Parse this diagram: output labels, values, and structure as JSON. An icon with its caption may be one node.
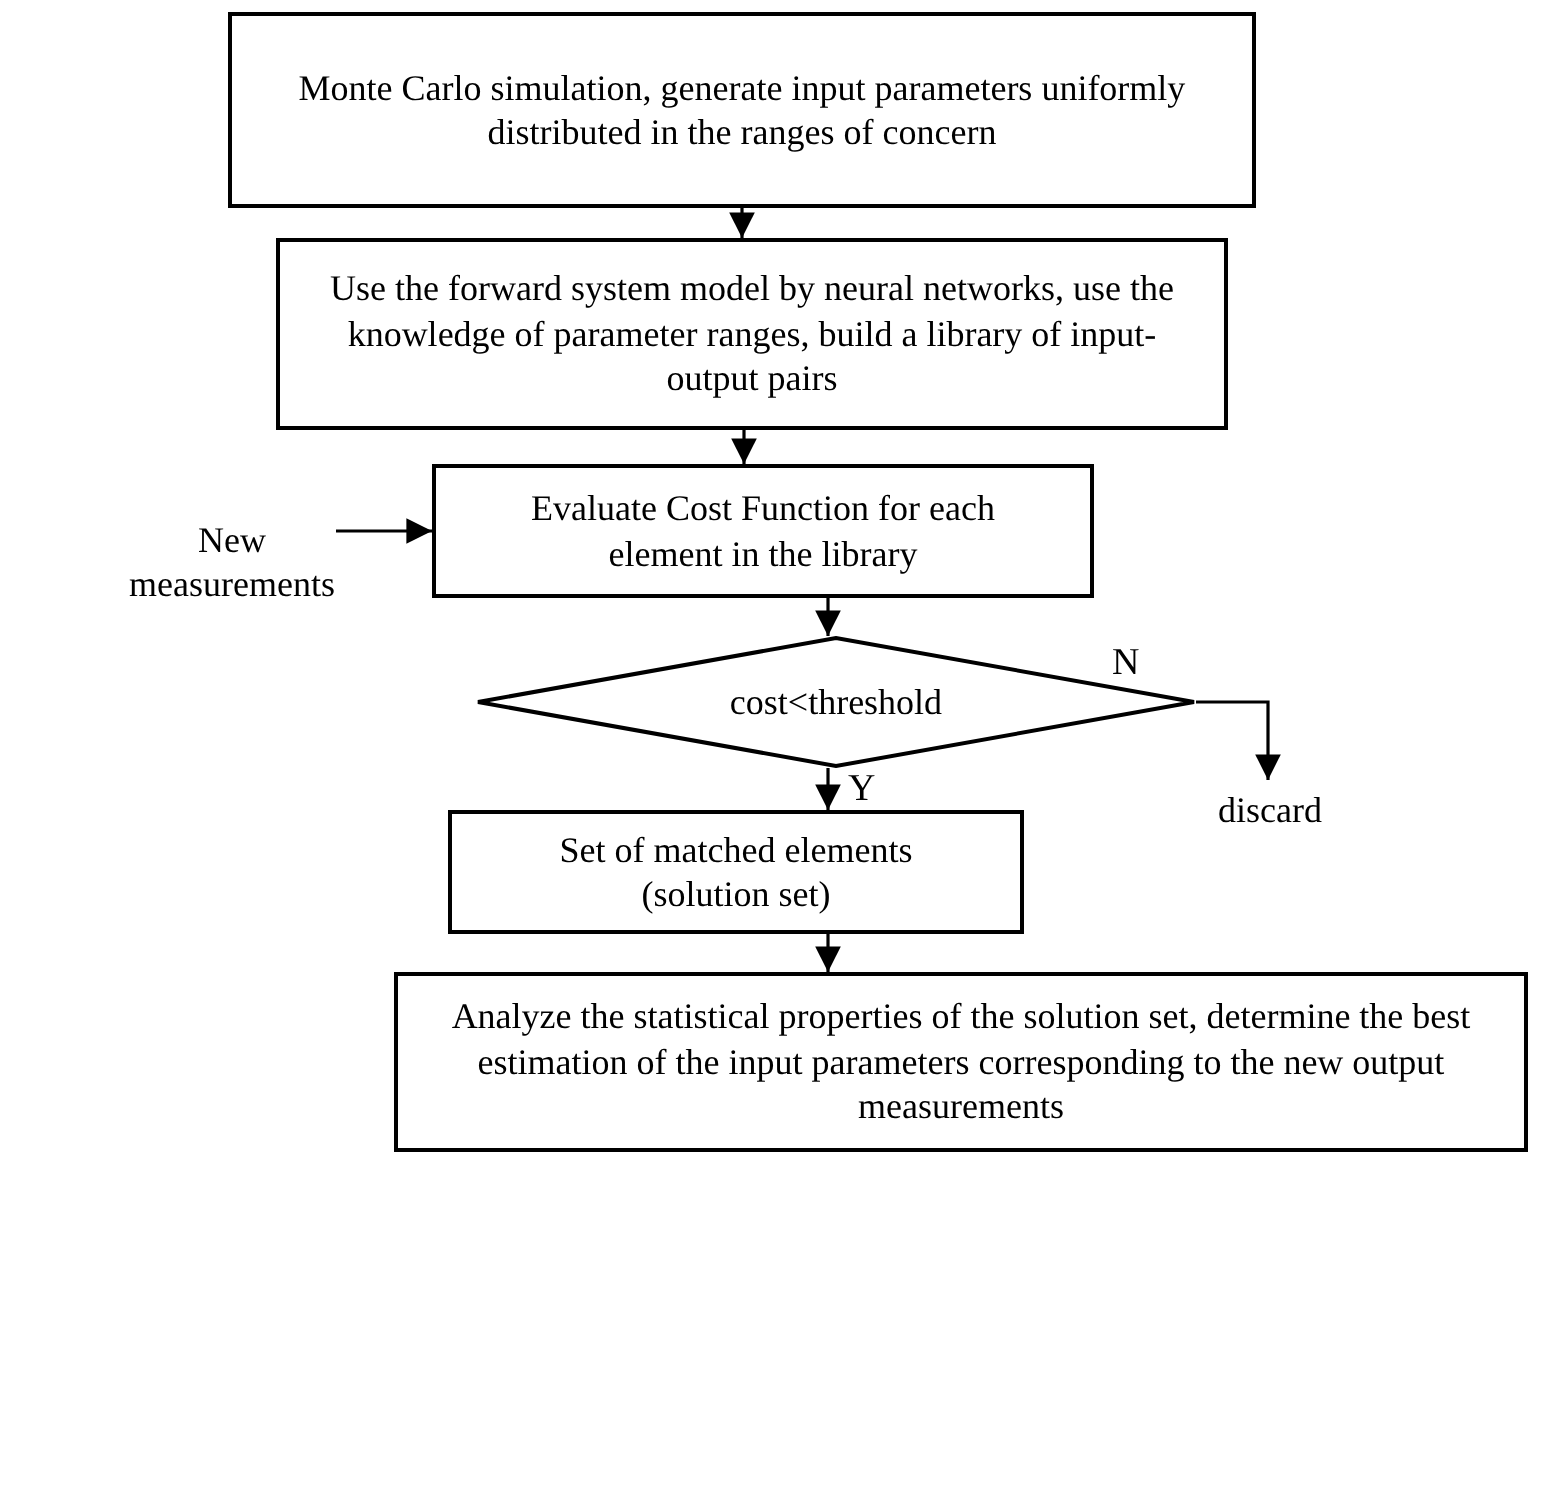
{
  "diagram": {
    "nodes": [
      {
        "text": [
          "Monte Carlo simulation, generate input parameters uniformly distributed in the ranges of concern"
        ]
      },
      {
        "text": [
          "Use the forward system model by neural networks, use the knowledge of parameter ranges, build a library of input-output pairs"
        ]
      },
      {
        "text": [
          "Evaluate Cost Function for each element in the library"
        ]
      },
      {
        "text": [
          "New measurements"
        ]
      },
      {
        "text": [
          "cost<threshold"
        ]
      },
      {
        "text": [
          "discard"
        ]
      },
      {
        "text": [
          "Set of matched elements (solution set)"
        ]
      },
      {
        "text": [
          "Analyze the statistical properties of the solution set, determine the best estimation of the input parameters corresponding to the new output measurements"
        ]
      }
    ],
    "edges": [
      {
        "from": 0,
        "to": 1,
        "arrow": "to"
      },
      {
        "from": 1,
        "to": 2,
        "arrow": "to"
      },
      {
        "from": 3,
        "to": 2,
        "arrow": "to"
      },
      {
        "from": 2,
        "to": 4,
        "arrow": "to"
      },
      {
        "from": 4,
        "to": 5,
        "arrow": "to",
        "label": "N"
      },
      {
        "from": 4,
        "to": 6,
        "arrow": "to",
        "label": "Y"
      },
      {
        "from": 6,
        "to": 7,
        "arrow": "to"
      }
    ]
  }
}
